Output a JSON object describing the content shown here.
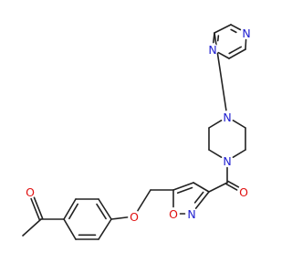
{
  "colors": {
    "background": "#ffffff",
    "bond": "#222222",
    "oxygen": "#e01010",
    "nitrogen": "#2020d0"
  },
  "structure": {
    "atoms": [
      {
        "id": "pz1",
        "element": "C",
        "label": ""
      },
      {
        "id": "pz2",
        "element": "C",
        "label": ""
      },
      {
        "id": "pzN1",
        "element": "N",
        "label": "N"
      },
      {
        "id": "pz3",
        "element": "C",
        "label": ""
      },
      {
        "id": "pz4",
        "element": "C",
        "label": ""
      },
      {
        "id": "pzN2",
        "element": "N",
        "label": "N"
      },
      {
        "id": "ppN1",
        "element": "N",
        "label": "N"
      },
      {
        "id": "pp1",
        "element": "C",
        "label": ""
      },
      {
        "id": "pp2",
        "element": "C",
        "label": ""
      },
      {
        "id": "ppN2",
        "element": "N",
        "label": "N"
      },
      {
        "id": "pp3",
        "element": "C",
        "label": ""
      },
      {
        "id": "pp4",
        "element": "C",
        "label": ""
      },
      {
        "id": "cCO",
        "element": "C",
        "label": ""
      },
      {
        "id": "oCO",
        "element": "O",
        "label": "O"
      },
      {
        "id": "is3",
        "element": "C",
        "label": ""
      },
      {
        "id": "is4",
        "element": "C",
        "label": ""
      },
      {
        "id": "is5",
        "element": "C",
        "label": ""
      },
      {
        "id": "isO",
        "element": "O",
        "label": "O"
      },
      {
        "id": "isN",
        "element": "N",
        "label": "N"
      },
      {
        "id": "ch2",
        "element": "C",
        "label": ""
      },
      {
        "id": "oEth",
        "element": "O",
        "label": "O"
      },
      {
        "id": "bz1",
        "element": "C",
        "label": ""
      },
      {
        "id": "bz2",
        "element": "C",
        "label": ""
      },
      {
        "id": "bz3",
        "element": "C",
        "label": ""
      },
      {
        "id": "bz4",
        "element": "C",
        "label": ""
      },
      {
        "id": "bz5",
        "element": "C",
        "label": ""
      },
      {
        "id": "bz6",
        "element": "C",
        "label": ""
      },
      {
        "id": "acC",
        "element": "C",
        "label": ""
      },
      {
        "id": "acO",
        "element": "O",
        "label": "O"
      },
      {
        "id": "acMe",
        "element": "C",
        "label": ""
      }
    ],
    "bonds": [
      {
        "a": "pz1",
        "b": "pz2",
        "order": 2
      },
      {
        "a": "pz2",
        "b": "pzN1",
        "order": 1
      },
      {
        "a": "pzN1",
        "b": "pz3",
        "order": 2
      },
      {
        "a": "pz3",
        "b": "pz4",
        "order": 1
      },
      {
        "a": "pz4",
        "b": "pzN2",
        "order": 2
      },
      {
        "a": "pzN2",
        "b": "pz1",
        "order": 1
      },
      {
        "a": "pz4",
        "b": "ppN1",
        "order": 1
      },
      {
        "a": "ppN1",
        "b": "pp1",
        "order": 1
      },
      {
        "a": "pp1",
        "b": "pp2",
        "order": 1
      },
      {
        "a": "pp2",
        "b": "ppN2",
        "order": 1
      },
      {
        "a": "ppN2",
        "b": "pp3",
        "order": 1
      },
      {
        "a": "pp3",
        "b": "pp4",
        "order": 1
      },
      {
        "a": "pp4",
        "b": "ppN1",
        "order": 1
      },
      {
        "a": "ppN2",
        "b": "cCO",
        "order": 1
      },
      {
        "a": "cCO",
        "b": "oCO",
        "order": 2
      },
      {
        "a": "cCO",
        "b": "is3",
        "order": 1
      },
      {
        "a": "is3",
        "b": "is4",
        "order": 1
      },
      {
        "a": "is4",
        "b": "is5",
        "order": 2
      },
      {
        "a": "is5",
        "b": "isO",
        "order": 1
      },
      {
        "a": "isO",
        "b": "isN",
        "order": 1
      },
      {
        "a": "isN",
        "b": "is3",
        "order": 2
      },
      {
        "a": "is5",
        "b": "ch2",
        "order": 1
      },
      {
        "a": "ch2",
        "b": "oEth",
        "order": 1
      },
      {
        "a": "oEth",
        "b": "bz1",
        "order": 1
      },
      {
        "a": "bz1",
        "b": "bz2",
        "order": 2
      },
      {
        "a": "bz2",
        "b": "bz3",
        "order": 1
      },
      {
        "a": "bz3",
        "b": "bz4",
        "order": 2
      },
      {
        "a": "bz4",
        "b": "bz5",
        "order": 1
      },
      {
        "a": "bz5",
        "b": "bz6",
        "order": 2
      },
      {
        "a": "bz6",
        "b": "bz1",
        "order": 1
      },
      {
        "a": "bz4",
        "b": "acC",
        "order": 1
      },
      {
        "a": "acC",
        "b": "acO",
        "order": 2
      },
      {
        "a": "acC",
        "b": "acMe",
        "order": 1
      }
    ]
  }
}
